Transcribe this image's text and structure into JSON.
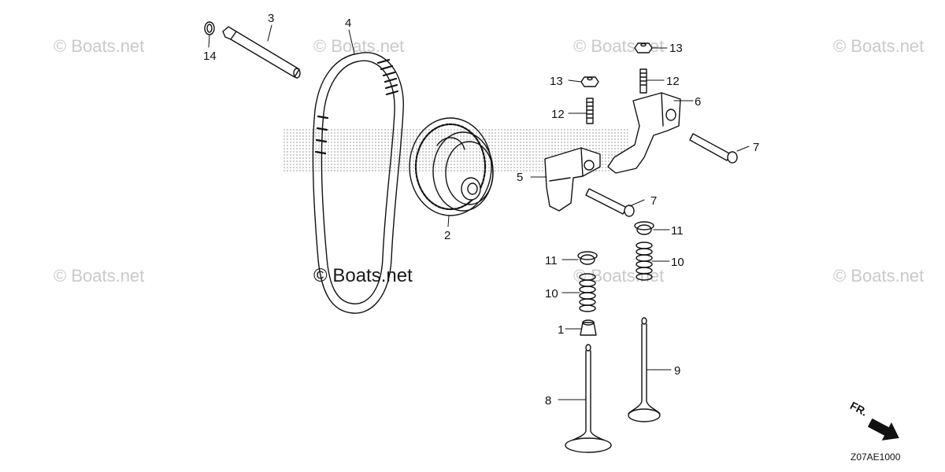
{
  "watermark": "© Boats.net",
  "diagram_code": "Z07AE1000",
  "direction_label": "FR.",
  "callouts": {
    "c1": "1",
    "c2": "2",
    "c3": "3",
    "c4": "4",
    "c5": "5",
    "c6": "6",
    "c7a": "7",
    "c7b": "7",
    "c8": "8",
    "c9": "9",
    "c10a": "10",
    "c10b": "10",
    "c11a": "11",
    "c11b": "11",
    "c12a": "12",
    "c12b": "12",
    "c13a": "13",
    "c13b": "13",
    "c14": "14"
  },
  "colors": {
    "line": "#111111",
    "watermark": "#c9c9c9",
    "background_logo": "#bdbdbd"
  }
}
